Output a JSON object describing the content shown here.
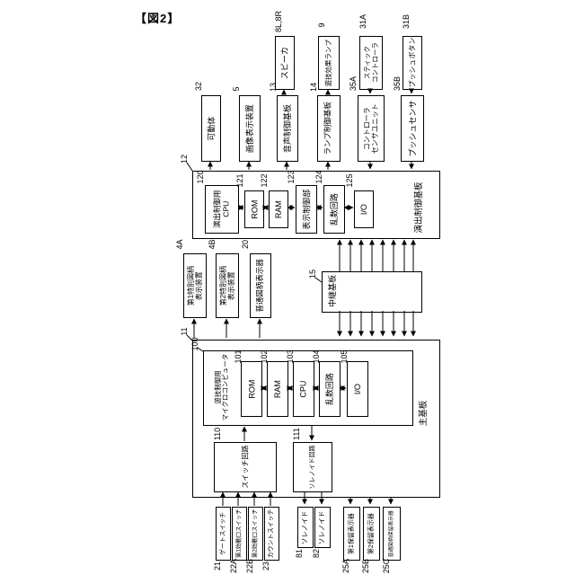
{
  "figure_label": "【図2】",
  "row1": [
    {
      "ref": "8L,8R",
      "label": "スピーカ"
    },
    {
      "ref": "9",
      "label": "遊技効果ランプ"
    },
    {
      "ref": "31A",
      "label": "スティック\nコントローラ"
    },
    {
      "ref": "31B",
      "label": "プッシュボタン"
    }
  ],
  "row2": [
    {
      "ref": "32",
      "label": "可動体"
    },
    {
      "ref": "5",
      "label": "画像表示装置"
    },
    {
      "ref": "13",
      "label": "音声制御基板"
    },
    {
      "ref": "14",
      "label": "ランプ制御基板"
    },
    {
      "ref": "35A",
      "label": "コントローラ\nセンサユニット"
    },
    {
      "ref": "35B",
      "label": "プッシュセンサ"
    }
  ],
  "effect_board": {
    "ref": "12",
    "name": "演出制御基板",
    "components": [
      {
        "ref": "120",
        "label": "演出制御用\nCPU"
      },
      {
        "ref": "121",
        "label": "ROM"
      },
      {
        "ref": "122",
        "label": "RAM"
      },
      {
        "ref": "123",
        "label": "表示制御部"
      },
      {
        "ref": "124",
        "label": "乱数回路"
      },
      {
        "ref": "125",
        "label": "I/O"
      }
    ]
  },
  "displays": [
    {
      "ref": "4A",
      "label": "第1特別図柄\n表示装置"
    },
    {
      "ref": "4B",
      "label": "第2特別図柄\n表示装置"
    },
    {
      "ref": "20",
      "label": "普通図柄表示器"
    }
  ],
  "relay_board": {
    "ref": "15",
    "name": "中継基板"
  },
  "main_board": {
    "ref": "11",
    "name": "主基板",
    "micom": {
      "ref": "100",
      "name": "遊技制御用\nマイクロコンピュータ"
    },
    "micom_components": [
      {
        "ref": "101",
        "label": "ROM"
      },
      {
        "ref": "102",
        "label": "RAM"
      },
      {
        "ref": "103",
        "label": "CPU"
      },
      {
        "ref": "104",
        "label": "乱数回路"
      },
      {
        "ref": "105",
        "label": "I/O"
      }
    ],
    "switch_circuit": {
      "ref": "110",
      "label": "スイッチ回路"
    },
    "solenoid_circuit": {
      "ref": "111",
      "label": "ソレノイド回路"
    }
  },
  "switches": [
    {
      "ref": "21",
      "label": "ゲートスイッチ"
    },
    {
      "ref": "22A",
      "label": "第1始動口スイッチ"
    },
    {
      "ref": "22B",
      "label": "第2始動口スイッチ"
    },
    {
      "ref": "23",
      "label": "カウントスイッチ"
    }
  ],
  "solenoids": [
    {
      "ref": "81",
      "label": "ソレノイド"
    },
    {
      "ref": "82",
      "label": "ソレノイド"
    }
  ],
  "hold_displays": [
    {
      "ref": "25A",
      "label": "第1保留表示器"
    },
    {
      "ref": "25B",
      "label": "第2保留表示器"
    },
    {
      "ref": "25C",
      "label": "普通図柄保留表示器"
    }
  ]
}
